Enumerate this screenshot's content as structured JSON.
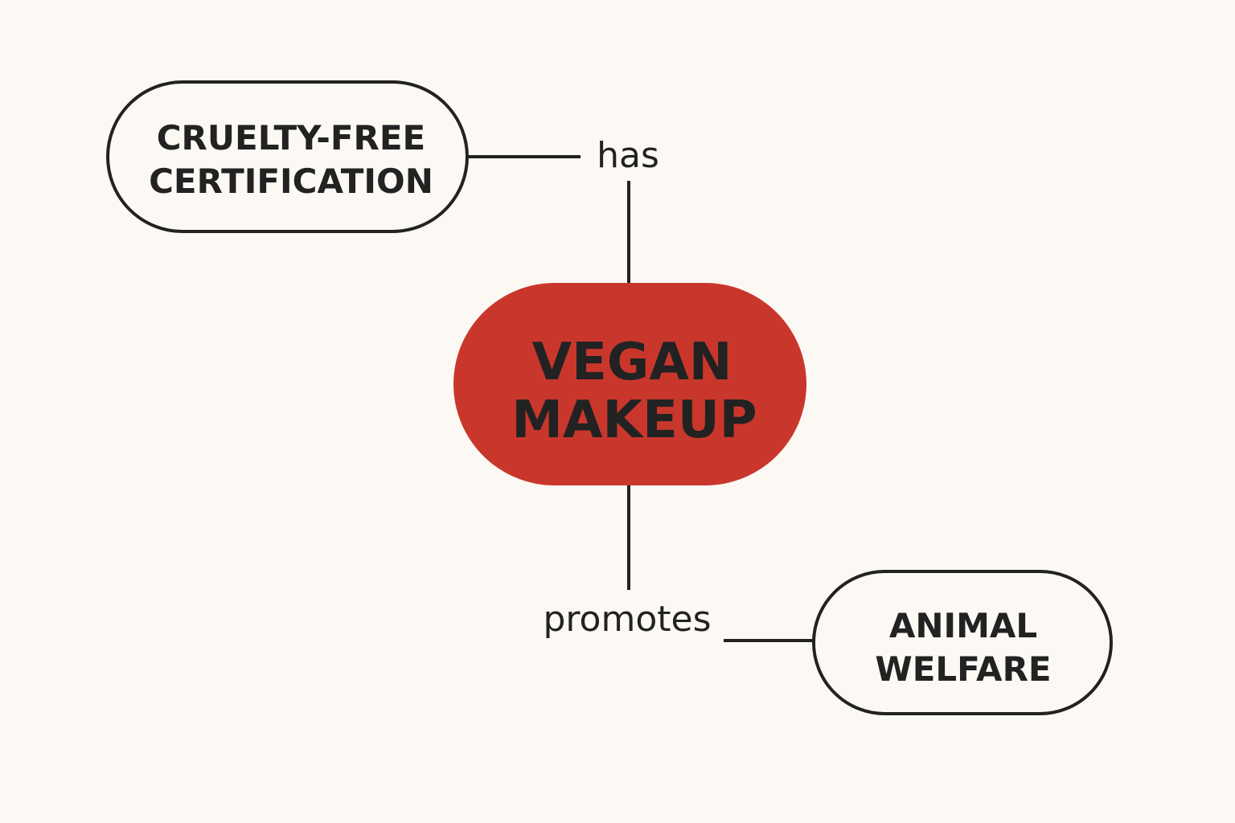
{
  "colors": {
    "background": "#fcf9f4",
    "central_fill": "#c9372c",
    "stroke": "#222222"
  },
  "nodes": {
    "central": {
      "line1": "VEGAN",
      "line2": "MAKEUP"
    },
    "certification": {
      "line1": "CRUELTY-FREE",
      "line2": "CERTIFICATION"
    },
    "welfare": {
      "line1": "ANIMAL",
      "line2": "WELFARE"
    }
  },
  "edges": {
    "has": "has",
    "promotes": "promotes"
  }
}
